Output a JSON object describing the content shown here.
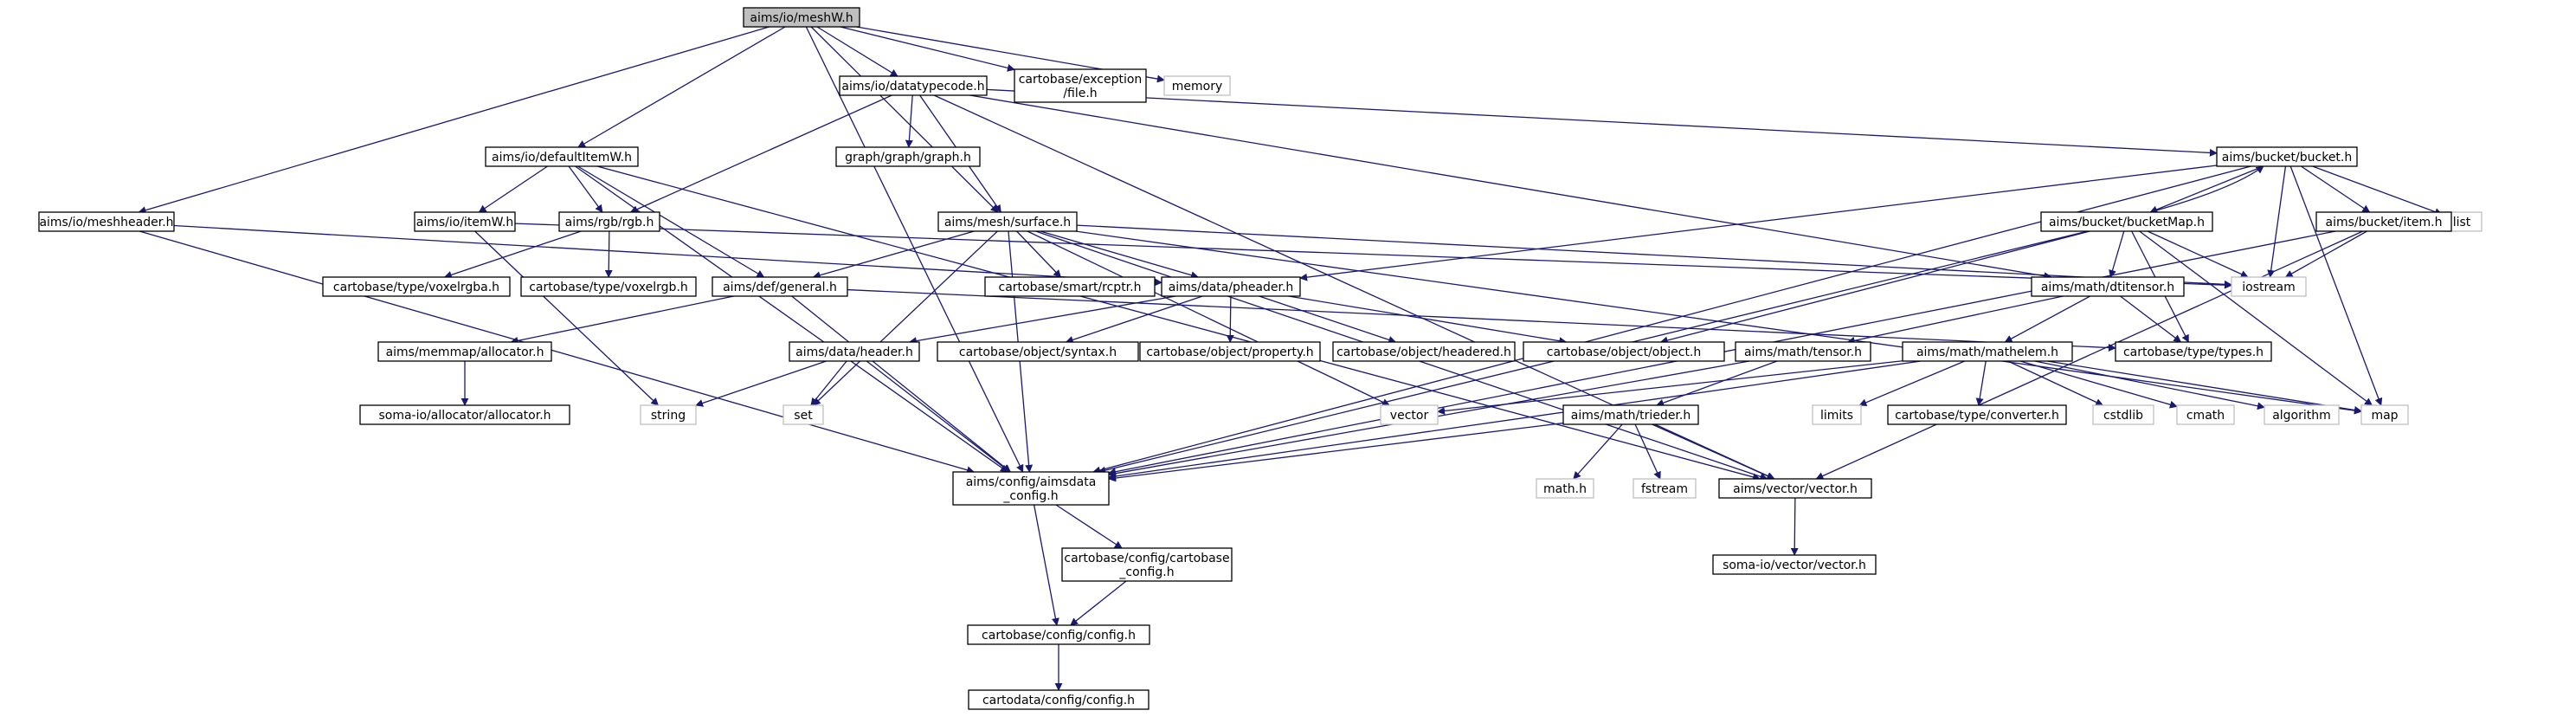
{
  "colors": {
    "edge": "#191970",
    "root_fill": "#bfbfbf",
    "root_border": "#000000",
    "node_fill": "#ffffff",
    "node_border": "#000000",
    "system_border": "#bfbfbf",
    "text": "#000000"
  },
  "nodes": [
    {
      "id": "root",
      "kind": "root",
      "label": [
        "aims/io/meshW.h"
      ]
    },
    {
      "id": "datatypecode",
      "kind": "file",
      "label": [
        "aims/io/datatypecode.h"
      ]
    },
    {
      "id": "exceptionfile",
      "kind": "file",
      "label": [
        "cartobase/exception",
        "/file.h"
      ]
    },
    {
      "id": "memory",
      "kind": "system",
      "label": [
        "memory"
      ]
    },
    {
      "id": "graph",
      "kind": "file",
      "label": [
        "graph/graph/graph.h"
      ]
    },
    {
      "id": "bucket",
      "kind": "file",
      "label": [
        "aims/bucket/bucket.h"
      ]
    },
    {
      "id": "defaultitemw",
      "kind": "file",
      "label": [
        "aims/io/defaultItemW.h"
      ]
    },
    {
      "id": "meshheader",
      "kind": "file",
      "label": [
        "aims/io/meshheader.h"
      ]
    },
    {
      "id": "itemw",
      "kind": "file",
      "label": [
        "aims/io/itemW.h"
      ]
    },
    {
      "id": "rgb",
      "kind": "file",
      "label": [
        "aims/rgb/rgb.h"
      ]
    },
    {
      "id": "surface",
      "kind": "file",
      "label": [
        "aims/mesh/surface.h"
      ]
    },
    {
      "id": "bucketmap",
      "kind": "file",
      "label": [
        "aims/bucket/bucketMap.h"
      ]
    },
    {
      "id": "list",
      "kind": "system",
      "label": [
        "list"
      ]
    },
    {
      "id": "item",
      "kind": "file",
      "label": [
        "aims/bucket/item.h"
      ]
    },
    {
      "id": "voxelrgba",
      "kind": "file",
      "label": [
        "cartobase/type/voxelrgba.h"
      ]
    },
    {
      "id": "voxelrgb",
      "kind": "file",
      "label": [
        "cartobase/type/voxelrgb.h"
      ]
    },
    {
      "id": "general",
      "kind": "file",
      "label": [
        "aims/def/general.h"
      ]
    },
    {
      "id": "rcptr",
      "kind": "file",
      "label": [
        "cartobase/smart/rcptr.h"
      ]
    },
    {
      "id": "pheader",
      "kind": "file",
      "label": [
        "aims/data/pheader.h"
      ]
    },
    {
      "id": "iostream",
      "kind": "system",
      "label": [
        "iostream"
      ]
    },
    {
      "id": "dtitensor",
      "kind": "file",
      "label": [
        "aims/math/dtitensor.h"
      ]
    },
    {
      "id": "allocator",
      "kind": "file",
      "label": [
        "aims/memmap/allocator.h"
      ]
    },
    {
      "id": "header",
      "kind": "file",
      "label": [
        "aims/data/header.h"
      ]
    },
    {
      "id": "syntax",
      "kind": "file",
      "label": [
        "cartobase/object/syntax.h"
      ]
    },
    {
      "id": "property",
      "kind": "file",
      "label": [
        "cartobase/object/property.h"
      ]
    },
    {
      "id": "headered",
      "kind": "file",
      "label": [
        "cartobase/object/headered.h"
      ]
    },
    {
      "id": "object",
      "kind": "file",
      "label": [
        "cartobase/object/object.h"
      ]
    },
    {
      "id": "tensor",
      "kind": "file",
      "label": [
        "aims/math/tensor.h"
      ]
    },
    {
      "id": "mathelem",
      "kind": "file",
      "label": [
        "aims/math/mathelem.h"
      ]
    },
    {
      "id": "types",
      "kind": "file",
      "label": [
        "cartobase/type/types.h"
      ]
    },
    {
      "id": "somaallocator",
      "kind": "file",
      "label": [
        "soma-io/allocator/allocator.h"
      ]
    },
    {
      "id": "string",
      "kind": "system",
      "label": [
        "string"
      ]
    },
    {
      "id": "set",
      "kind": "system",
      "label": [
        "set"
      ]
    },
    {
      "id": "vector",
      "kind": "system",
      "label": [
        "vector"
      ]
    },
    {
      "id": "limits",
      "kind": "system",
      "label": [
        "limits"
      ]
    },
    {
      "id": "converter",
      "kind": "file",
      "label": [
        "cartobase/type/converter.h"
      ]
    },
    {
      "id": "cstdlib",
      "kind": "system",
      "label": [
        "cstdlib"
      ]
    },
    {
      "id": "cmath",
      "kind": "system",
      "label": [
        "cmath"
      ]
    },
    {
      "id": "algorithm",
      "kind": "system",
      "label": [
        "algorithm"
      ]
    },
    {
      "id": "map",
      "kind": "system",
      "label": [
        "map"
      ]
    },
    {
      "id": "trieder",
      "kind": "file",
      "label": [
        "aims/math/trieder.h"
      ]
    },
    {
      "id": "aimsdataconfig",
      "kind": "file",
      "label": [
        "aims/config/aimsdata",
        "_config.h"
      ]
    },
    {
      "id": "mathh",
      "kind": "system",
      "label": [
        "math.h"
      ]
    },
    {
      "id": "fstream",
      "kind": "system",
      "label": [
        "fstream"
      ]
    },
    {
      "id": "aimsvector",
      "kind": "file",
      "label": [
        "aims/vector/vector.h"
      ]
    },
    {
      "id": "cartobaseconfig",
      "kind": "file",
      "label": [
        "cartobase/config/cartobase",
        "_config.h"
      ]
    },
    {
      "id": "somavector",
      "kind": "file",
      "label": [
        "soma-io/vector/vector.h"
      ]
    },
    {
      "id": "config",
      "kind": "file",
      "label": [
        "cartobase/config/config.h"
      ]
    },
    {
      "id": "cartodataconfig",
      "kind": "file",
      "label": [
        "cartodata/config/config.h"
      ]
    }
  ],
  "edges": [
    [
      "root",
      "datatypecode"
    ],
    [
      "root",
      "exceptionfile"
    ],
    [
      "root",
      "memory"
    ],
    [
      "root",
      "defaultitemw"
    ],
    [
      "root",
      "meshheader"
    ],
    [
      "root",
      "surface"
    ],
    [
      "root",
      "aimsdataconfig"
    ],
    [
      "datatypecode",
      "graph"
    ],
    [
      "datatypecode",
      "bucket"
    ],
    [
      "datatypecode",
      "rgb"
    ],
    [
      "datatypecode",
      "surface"
    ],
    [
      "datatypecode",
      "dtitensor"
    ],
    [
      "datatypecode",
      "aimsvector"
    ],
    [
      "bucket",
      "bucketmap"
    ],
    [
      "bucket",
      "list"
    ],
    [
      "bucket",
      "item"
    ],
    [
      "bucket",
      "iostream"
    ],
    [
      "bucket",
      "pheader"
    ],
    [
      "bucket",
      "map"
    ],
    [
      "bucket",
      "aimsdataconfig"
    ],
    [
      "bucketmap",
      "bucket"
    ],
    [
      "bucketmap",
      "iostream"
    ],
    [
      "bucketmap",
      "dtitensor"
    ],
    [
      "bucketmap",
      "object"
    ],
    [
      "bucketmap",
      "types"
    ],
    [
      "bucketmap",
      "map"
    ],
    [
      "bucketmap",
      "aimsdataconfig"
    ],
    [
      "item",
      "iostream"
    ],
    [
      "item",
      "aimsvector"
    ],
    [
      "item",
      "aimsdataconfig"
    ],
    [
      "defaultitemw",
      "itemw"
    ],
    [
      "defaultitemw",
      "rgb"
    ],
    [
      "defaultitemw",
      "general"
    ],
    [
      "defaultitemw",
      "aimsdataconfig"
    ],
    [
      "defaultitemw",
      "aimsvector"
    ],
    [
      "meshheader",
      "pheader"
    ],
    [
      "meshheader",
      "aimsdataconfig"
    ],
    [
      "itemw",
      "string"
    ],
    [
      "itemw",
      "iostream"
    ],
    [
      "rgb",
      "voxelrgba"
    ],
    [
      "rgb",
      "voxelrgb"
    ],
    [
      "surface",
      "rcptr"
    ],
    [
      "surface",
      "pheader"
    ],
    [
      "surface",
      "general"
    ],
    [
      "surface",
      "iostream"
    ],
    [
      "surface",
      "map"
    ],
    [
      "surface",
      "set"
    ],
    [
      "surface",
      "vector"
    ],
    [
      "surface",
      "aimsvector"
    ],
    [
      "surface",
      "aimsdataconfig"
    ],
    [
      "general",
      "allocator"
    ],
    [
      "general",
      "types"
    ],
    [
      "general",
      "aimsdataconfig"
    ],
    [
      "pheader",
      "header"
    ],
    [
      "pheader",
      "syntax"
    ],
    [
      "pheader",
      "property"
    ],
    [
      "pheader",
      "headered"
    ],
    [
      "pheader",
      "object"
    ],
    [
      "dtitensor",
      "tensor"
    ],
    [
      "dtitensor",
      "mathelem"
    ],
    [
      "dtitensor",
      "types"
    ],
    [
      "allocator",
      "somaallocator"
    ],
    [
      "header",
      "string"
    ],
    [
      "header",
      "set"
    ],
    [
      "header",
      "aimsdataconfig"
    ],
    [
      "tensor",
      "trieder"
    ],
    [
      "tensor",
      "aimsdataconfig"
    ],
    [
      "mathelem",
      "vector"
    ],
    [
      "mathelem",
      "limits"
    ],
    [
      "mathelem",
      "converter"
    ],
    [
      "mathelem",
      "cstdlib"
    ],
    [
      "mathelem",
      "cmath"
    ],
    [
      "mathelem",
      "algorithm"
    ],
    [
      "mathelem",
      "map"
    ],
    [
      "mathelem",
      "aimsdataconfig"
    ],
    [
      "trieder",
      "mathh"
    ],
    [
      "trieder",
      "fstream"
    ],
    [
      "trieder",
      "aimsvector"
    ],
    [
      "trieder",
      "aimsdataconfig"
    ],
    [
      "aimsdataconfig",
      "cartobaseconfig"
    ],
    [
      "aimsdataconfig",
      "config"
    ],
    [
      "cartobaseconfig",
      "config"
    ],
    [
      "aimsvector",
      "somavector"
    ],
    [
      "config",
      "cartodataconfig"
    ]
  ]
}
